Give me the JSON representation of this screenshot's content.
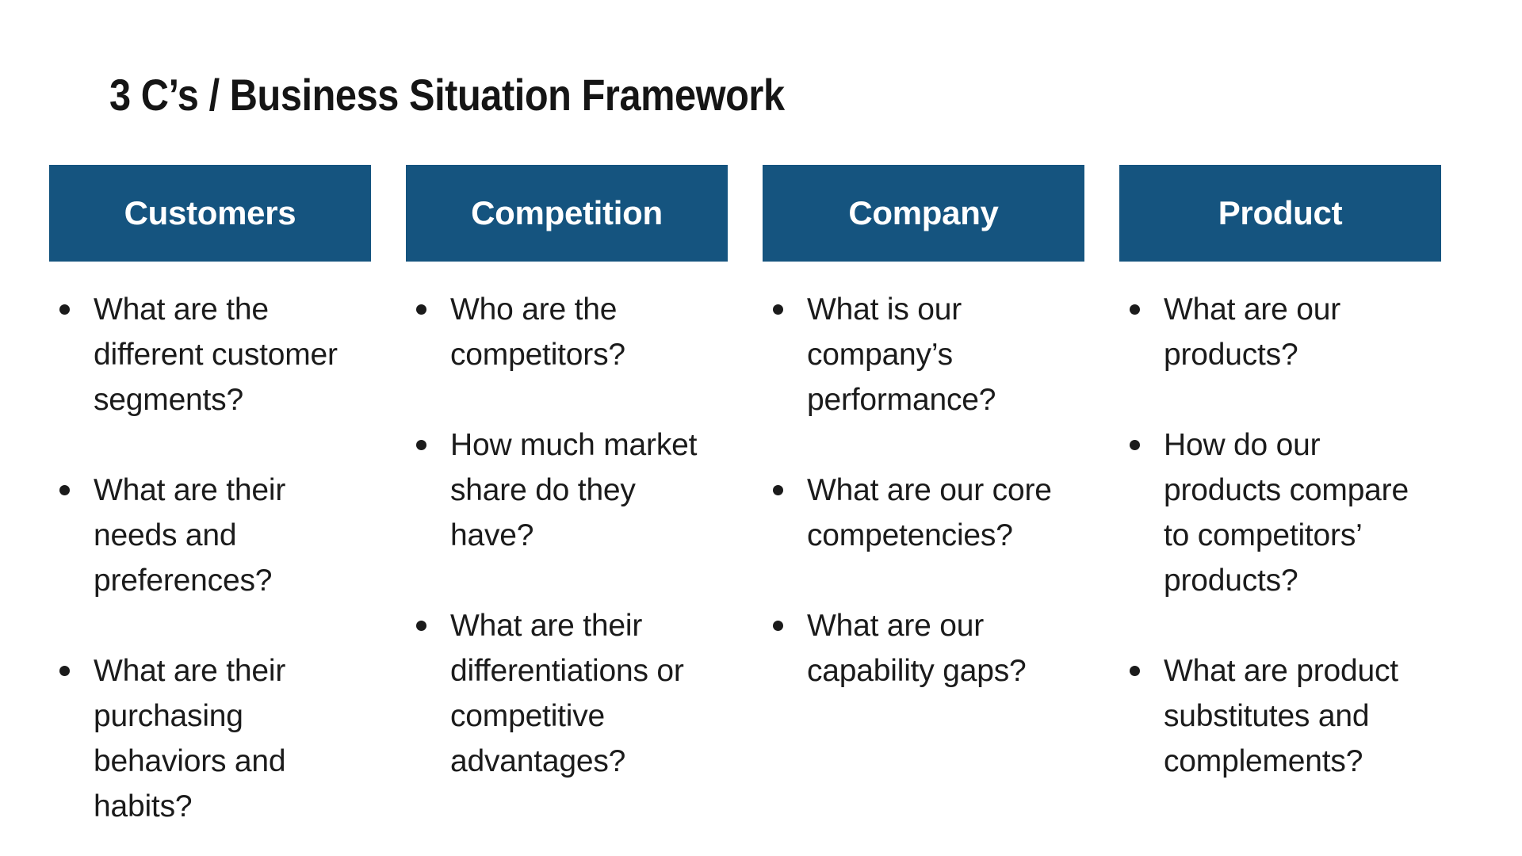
{
  "title": "3 C’s / Business Situation Framework",
  "theme": {
    "header_bg": "#15547F",
    "header_text": "#FFFFFF",
    "body_text": "#1B1B1B",
    "background": "#FFFFFF"
  },
  "columns": [
    {
      "header": "Customers",
      "bullets": [
        "What are the\ndifferent customer\nsegments?",
        "What are their\nneeds and\npreferences?",
        "What are their\npurchasing\nbehaviors and\nhabits?"
      ]
    },
    {
      "header": "Competition",
      "bullets": [
        "Who are the\ncompetitors?",
        "How much market\nshare do they\nhave?",
        "What are their\ndifferentiations or\ncompetitive\nadvantages?"
      ]
    },
    {
      "header": "Company",
      "bullets": [
        "What is our\ncompany’s\nperformance?",
        "What are our core\ncompetencies?",
        "What are our\ncapability gaps?"
      ]
    },
    {
      "header": "Product",
      "bullets": [
        "What are our\nproducts?",
        "How do our\nproducts compare\nto competitors’\nproducts?",
        "What are product\nsubstitutes and\ncomplements?"
      ]
    }
  ]
}
